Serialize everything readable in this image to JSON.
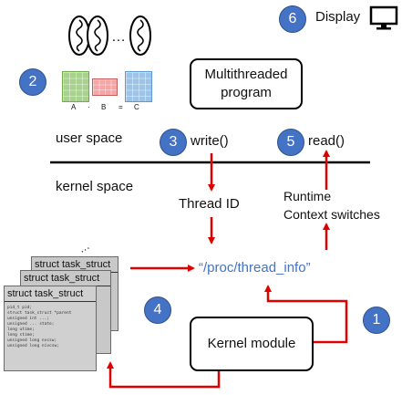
{
  "badges": {
    "b1": "1",
    "b2": "2",
    "b3": "3",
    "b4": "4",
    "b5": "5",
    "b6": "6"
  },
  "display_label": "Display",
  "display_icon": "monitor-icon",
  "multithreaded_box": "Multithreaded\nprogram",
  "user_space": "user space",
  "kernel_space": "kernel space",
  "write_call": "write()",
  "read_call": "read()",
  "thread_id": "Thread ID",
  "runtime": "Runtime",
  "context_switches": "Context switches",
  "proc_file": "“/proc/thread_info”",
  "kernel_module": "Kernel module",
  "struct_title": "struct task_struct",
  "struct_fields": "pid_t pid;\nstruct task_struct *parent\nunsigned int ...;\nunsigned ... state;\nlong utime;\nlong stime;\nunsigned long nvcsw;\nunsigned long nivcsw;",
  "matrix_labels": {
    "a": "A",
    "dot": "·",
    "b": "B",
    "eq": "=",
    "c": "C"
  },
  "ellipsis": "…",
  "colors": {
    "badge": "#4472c4",
    "arrow": "#e00000",
    "proc_text": "#4472c4",
    "matrix_a": "#a9d18e",
    "matrix_b": "#f4a6a6",
    "matrix_c": "#9dc3e6"
  }
}
